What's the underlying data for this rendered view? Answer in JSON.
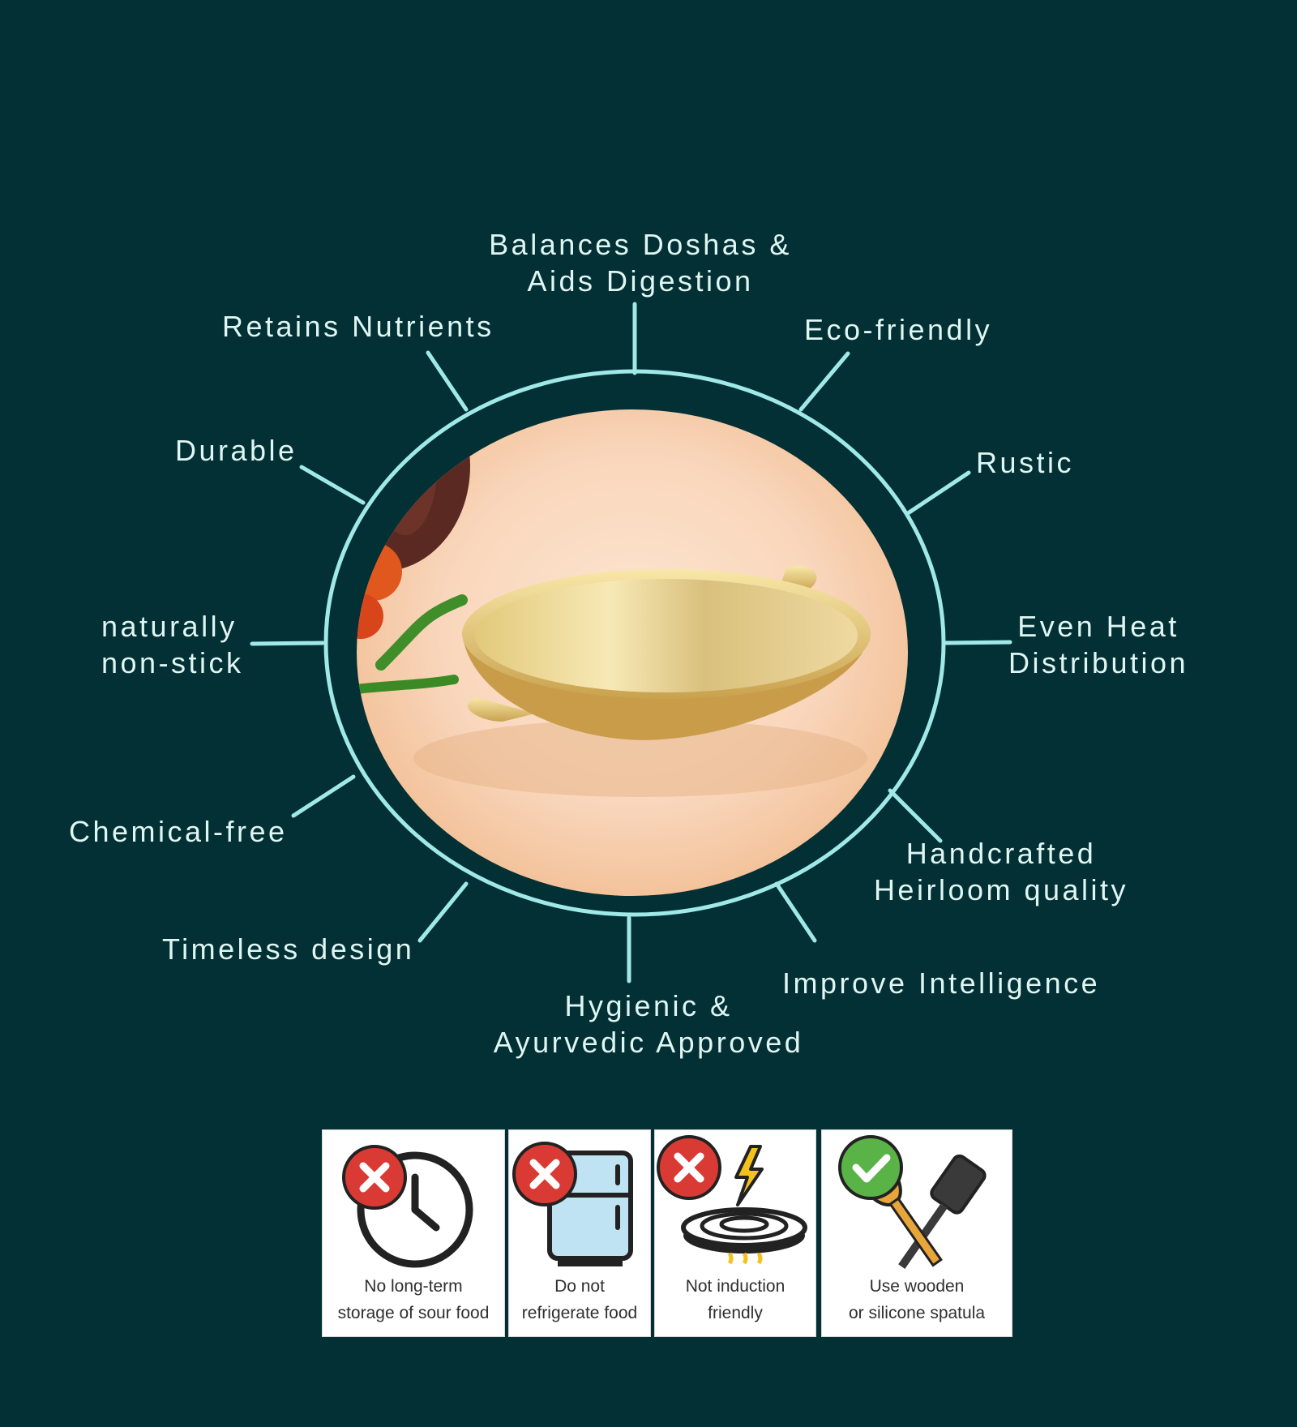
{
  "features": {
    "top": "Balances Doshas &\nAids Digestion",
    "retains": "Retains Nutrients",
    "eco": "Eco-friendly",
    "durable": "Durable",
    "rustic": "Rustic",
    "nonstick": "naturally\nnon-stick",
    "even_heat": "Even Heat\nDistribution",
    "chemical": "Chemical-free",
    "handcrafted": "Handcrafted\nHeirloom quality",
    "timeless": "Timeless design",
    "intelligence": "Improve Intelligence",
    "hygienic": "Hygienic &\nAyurvedic Approved"
  },
  "care": [
    {
      "caption": "No long-term\nstorage of sour food",
      "status": "prohibited",
      "icon": "clock-icon"
    },
    {
      "caption": "Do not\nrefrigerate food",
      "status": "prohibited",
      "icon": "fridge-icon"
    },
    {
      "caption": "Not induction\nfriendly",
      "status": "prohibited",
      "icon": "induction-icon"
    },
    {
      "caption": "Use wooden\nor silicone spatula",
      "status": "allowed",
      "icon": "spatula-icon"
    }
  ],
  "colors": {
    "background": "#033034",
    "ring": "#9fe9e6",
    "label": "#dff6f3",
    "prohibited": "#d93a34",
    "allowed": "#5ab347"
  }
}
